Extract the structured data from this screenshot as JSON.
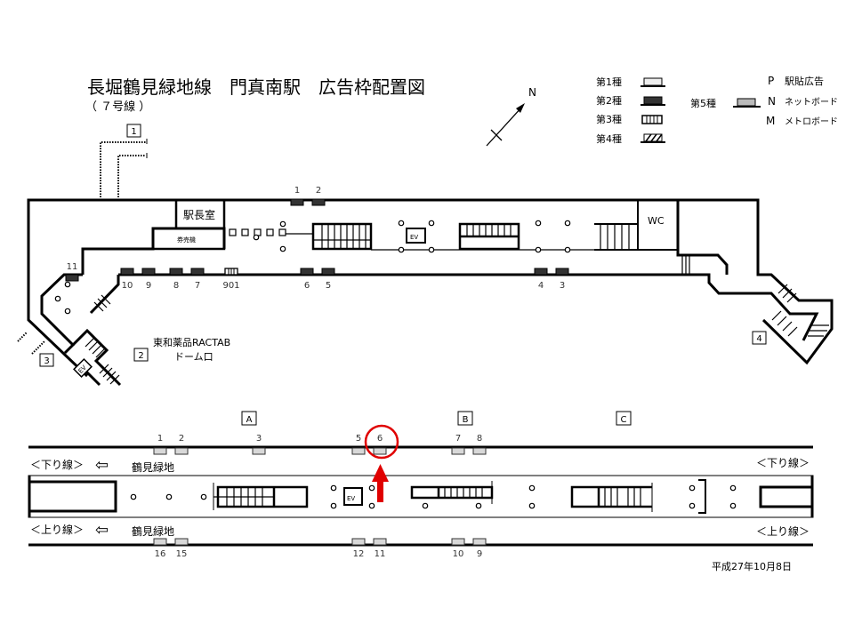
{
  "title": "長堀鶴見緑地線　門真南駅　広告枠配置図",
  "subtitle": "（ ７号線 ）",
  "compass": "N",
  "legend": {
    "types": [
      {
        "label": "第1種",
        "color": "#eeeeee"
      },
      {
        "label": "第2種",
        "color": "#333333"
      },
      {
        "label": "第3種",
        "color": "#ffffff"
      },
      {
        "label": "第4種",
        "color": "#ffffff"
      },
      {
        "label": "第5種",
        "color": "#bbbbbb"
      }
    ],
    "codes": [
      {
        "code": "P",
        "label": "駅貼広告"
      },
      {
        "code": "N",
        "label": "ネットボード"
      },
      {
        "code": "M",
        "label": "メトロボード"
      }
    ]
  },
  "concourse": {
    "rooms": {
      "station_master": "駅長室",
      "ticket_machines": "券売機",
      "wc": "WC",
      "ev": "EV"
    },
    "exits": [
      "1",
      "2",
      "3",
      "4"
    ],
    "exit2_name": [
      "東和薬品RACTAB",
      "ドーム口"
    ],
    "ads_top": [
      "1",
      "2"
    ],
    "ads_bottom": [
      "10",
      "9",
      "8",
      "7",
      "901",
      "6",
      "5",
      "4",
      "3"
    ],
    "ad_corner": "11"
  },
  "platform": {
    "sections": [
      "A",
      "B",
      "C"
    ],
    "ads_top": [
      "1",
      "2",
      "3",
      "5",
      "6",
      "7",
      "8"
    ],
    "ads_bottom": [
      "16",
      "15",
      "12",
      "11",
      "10",
      "9"
    ],
    "down_line": "＜下り線＞",
    "up_line": "＜上り線＞",
    "direction": "鶴見緑地",
    "ev": "EV",
    "highlighted_ad": "6",
    "highlight_color": "#e00000"
  },
  "date": "平成27年10月8日"
}
